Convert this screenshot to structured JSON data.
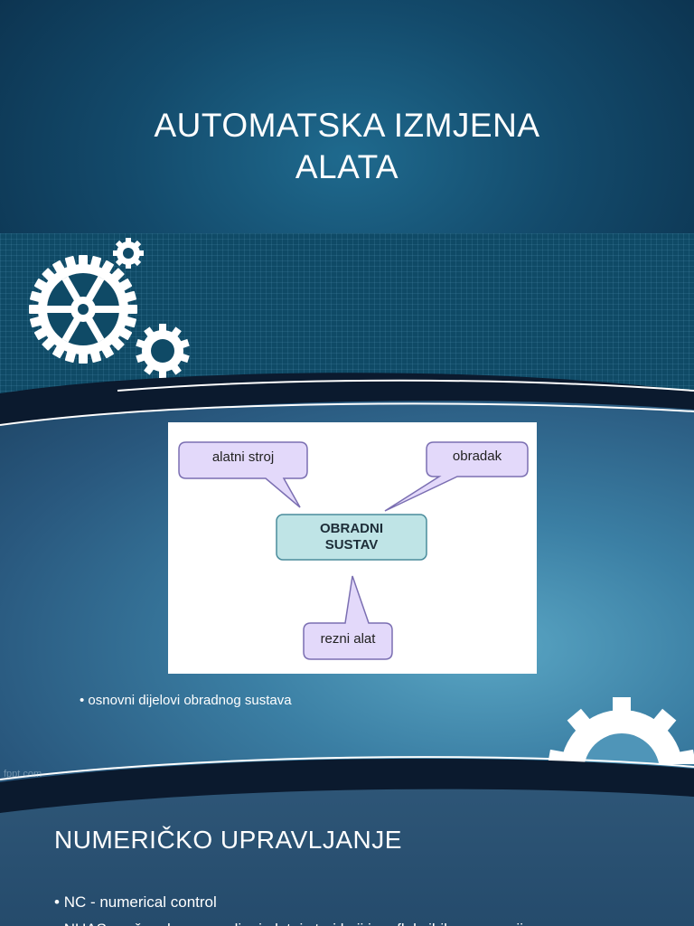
{
  "slide1": {
    "title": "AUTOMATSKA IZMJENA\nALATA"
  },
  "slide2": {
    "diagram": {
      "top_left_bubble": "alatni stroj",
      "top_right_bubble": "obradak",
      "center_box": "OBRADNI\nSUSTAV",
      "bottom_bubble": "rezni alat"
    },
    "bullet": "osnovni dijelovi obradnog sustava",
    "watermark": "fppt.com",
    "colors": {
      "bubble_fill": "#e3d9fa",
      "bubble_stroke": "#7b6fb2",
      "center_fill": "#bfe4e6",
      "center_stroke": "#4a8c9c"
    }
  },
  "slide3": {
    "heading": "NUMERIČKO UPRAVLJANJE",
    "bullets": [
      "NC - numerical control",
      "NUAS - računalom upravljani alatni stroj koji ima fleksibilnu memoriju"
    ]
  }
}
